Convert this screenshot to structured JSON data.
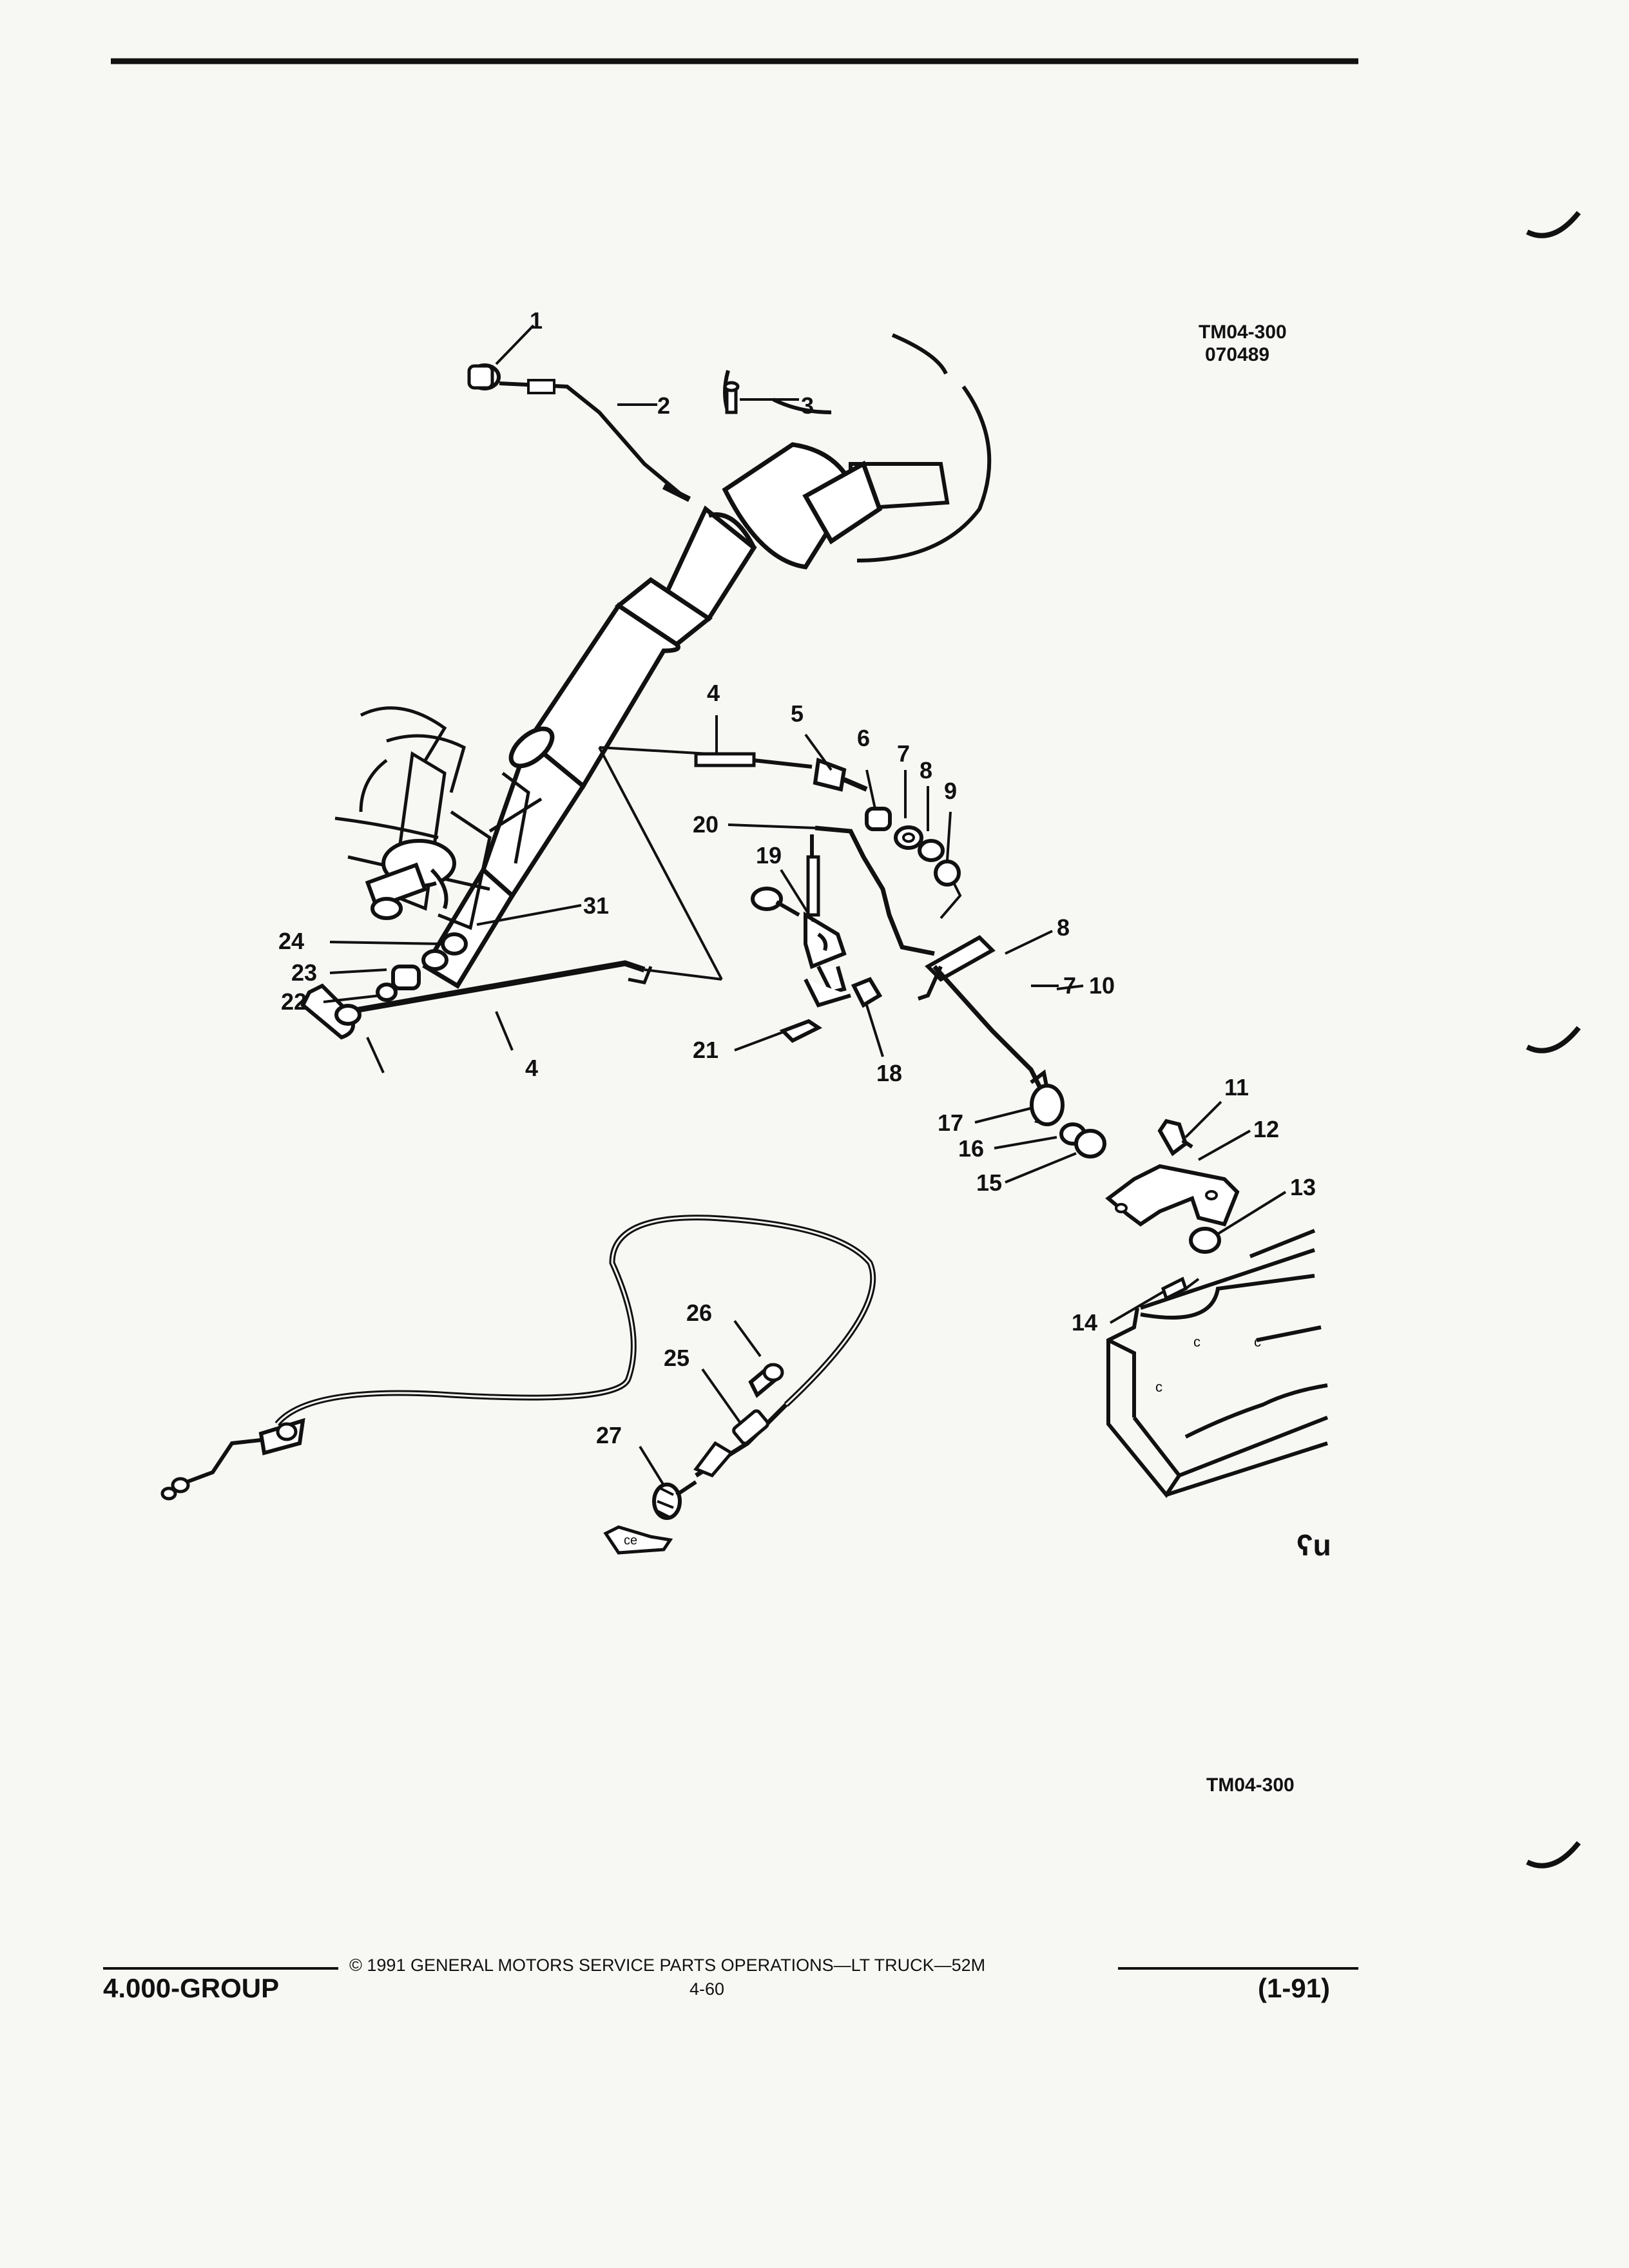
{
  "figure": {
    "id": "TM04-300",
    "date_code": "070489",
    "bottom_ref": "TM04-300",
    "mark": "ʕu"
  },
  "callouts": [
    "1",
    "2",
    "3",
    "4",
    "5",
    "6",
    "7",
    "8",
    "9",
    "20",
    "19",
    "31",
    "24",
    "23",
    "22",
    "4",
    "8",
    "7",
    "10",
    "21",
    "18",
    "17",
    "16",
    "15",
    "11",
    "12",
    "13",
    "14",
    "26",
    "25",
    "27"
  ],
  "footer": {
    "copyright": "© 1991 GENERAL MOTORS SERVICE PARTS OPERATIONS—LT TRUCK—52M",
    "group": "4.000-GROUP",
    "page": "4-60",
    "revision": "(1-91)"
  }
}
